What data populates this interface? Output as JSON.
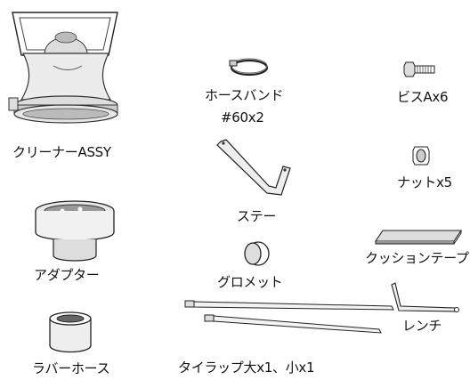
{
  "parts": {
    "cleaner_assy": "クリーナーASSY",
    "adapter": "アダプター",
    "rubber_hose": "ラバーホース",
    "hose_band": "ホースバンド",
    "hose_band_qty": "#60x2",
    "stay": "ステー",
    "grommet": "グロメット",
    "tie_wrap": "タイラップ大x1、小x1",
    "screw_a": "ビスAx6",
    "nut": "ナットx5",
    "cushion_tape": "クッションテープ",
    "wrench": "レンチ"
  }
}
